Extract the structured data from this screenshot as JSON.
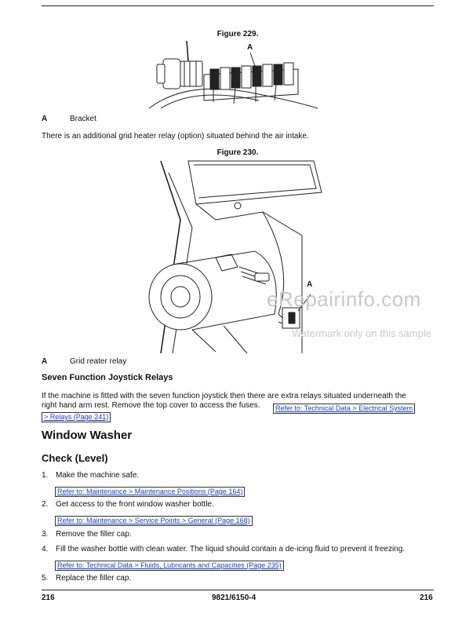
{
  "figures": {
    "fig229": {
      "caption": "Figure 229.",
      "label": "A"
    },
    "fig230": {
      "caption": "Figure 230.",
      "label": "A"
    }
  },
  "key1": {
    "letter": "A",
    "text": "Bracket"
  },
  "grid_heater_note": "There is an additional grid heater relay (option) situated behind the air intake.",
  "key2": {
    "letter": "A",
    "text": "Grid reater relay"
  },
  "watermark": {
    "main": "eRepairinfo.com",
    "sub": "Watermark only on this sample"
  },
  "seven_function": {
    "heading": "Seven Function Joystick Relays",
    "body_line1": "If the machine is fitted with the seven function joystick then there are extra relays situated underneath the",
    "body_line2": "right hand arm rest. Remove the top cover to access the fuses.",
    "xref_part1": "Refer to: Technical Data > Electrical System",
    "xref_part2": "> Relays (Page 241)"
  },
  "window_washer": {
    "heading": "Window Washer",
    "subheading": "Check (Level)",
    "steps": [
      {
        "num": "1.",
        "text": "Make the machine safe.",
        "ref": "Refer to: Maintenance > Maintenance Positions (Page 164)"
      },
      {
        "num": "2.",
        "text": "Get access to the front window washer bottle.",
        "ref": "Refer to: Maintenance > Service Points > General (Page 168)"
      },
      {
        "num": "3.",
        "text": "Remove the filler cap.",
        "ref": ""
      },
      {
        "num": "4.",
        "text": "Fill the washer bottle with clean water. The liquid should contain a de-icing fluid to prevent it freezing.",
        "ref": "Refer to: Technical Data > Fluids, Lubricants and Capacities (Page 235)"
      },
      {
        "num": "5.",
        "text": "Replace the filler cap.",
        "ref": ""
      }
    ]
  },
  "footer": {
    "page_left": "216",
    "doc_code": "9821/6150-4",
    "page_right": "216"
  }
}
